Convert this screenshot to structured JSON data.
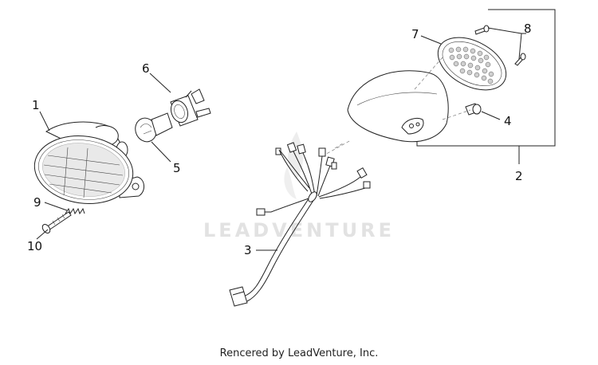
{
  "callouts": [
    {
      "id": "1",
      "label": "1"
    },
    {
      "id": "2",
      "label": "2"
    },
    {
      "id": "3",
      "label": "3"
    },
    {
      "id": "4",
      "label": "4"
    },
    {
      "id": "5",
      "label": "5"
    },
    {
      "id": "6",
      "label": "6"
    },
    {
      "id": "7",
      "label": "7"
    },
    {
      "id": "8",
      "label": "8"
    },
    {
      "id": "9",
      "label": "9"
    },
    {
      "id": "10",
      "label": "10"
    }
  ],
  "watermark": "LEADVENTURE",
  "footer": "Rencered by LeadVenture, Inc."
}
